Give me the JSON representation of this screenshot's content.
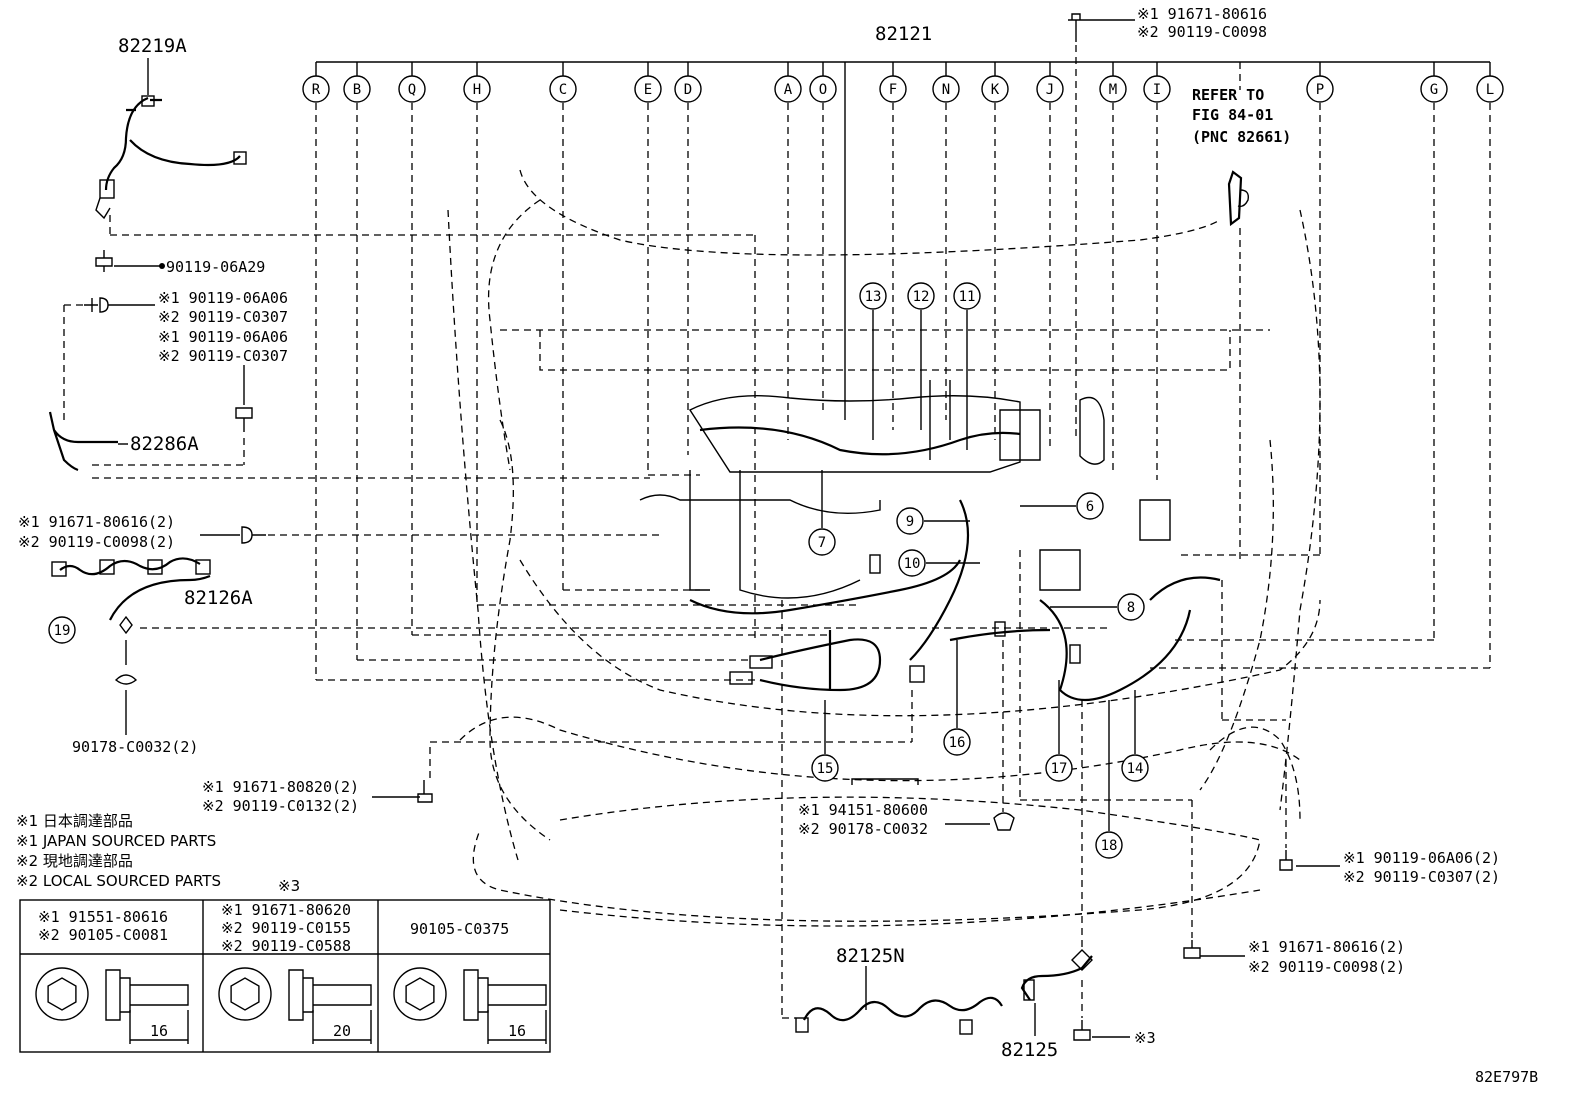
{
  "main_harness": "82121",
  "refer": [
    "REFER TO",
    "FIG 84-01",
    "(PNC 82661)"
  ],
  "connector_letters": [
    "R",
    "B",
    "Q",
    "H",
    "C",
    "E",
    "D",
    "A",
    "O",
    "F",
    "N",
    "K",
    "J",
    "M",
    "I",
    "P",
    "G",
    "L"
  ],
  "callout_numbers": [
    "13",
    "12",
    "11",
    "7",
    "9",
    "6",
    "10",
    "8",
    "19",
    "15",
    "16",
    "17",
    "14",
    "18"
  ],
  "parts": {
    "p82219A": "82219A",
    "p82286A": "82286A",
    "p82126A": "82126A",
    "p82125N": "82125N",
    "p82125": "82125"
  },
  "fasteners": {
    "top_right": [
      "※1 91671-80616",
      "※2 90119-C0098"
    ],
    "left_a29": "90119-06A29",
    "left_a06_1": [
      "※1 90119-06A06",
      "※2 90119-C0307"
    ],
    "left_a06_2": [
      "※1 90119-06A06",
      "※2 90119-C0307"
    ],
    "left_616": [
      "※1 91671-80616(2)",
      "※2 90119-C0098(2)"
    ],
    "left_178": "90178-C0032(2)",
    "center_820": [
      "※1 91671-80820(2)",
      "※2 90119-C0132(2)"
    ],
    "center_151": [
      "※1 94151-80600",
      "※2 90178-C0032"
    ],
    "right_a06": [
      "※1 90119-06A06(2)",
      "※2 90119-C0307(2)"
    ],
    "right_616": [
      "※1 91671-80616(2)",
      "※2 90119-C0098(2)"
    ],
    "bottom_x3": "※3"
  },
  "legend": [
    "※1 日本調達部品",
    "※1 JAPAN SOURCED PARTS",
    "※2 現地調達部品",
    "※2 LOCAL SOURCED PARTS"
  ],
  "table_title": "※3",
  "table": [
    {
      "lines": [
        "※1 91551-80616",
        "※2 90105-C0081"
      ],
      "dim": "16"
    },
    {
      "lines": [
        "※1 91671-80620",
        "※2 90119-C0155",
        "※2 90119-C0588"
      ],
      "dim": "20"
    },
    {
      "lines": [
        "90105-C0375"
      ],
      "dim": "16"
    }
  ],
  "figure_id": "82E797B"
}
